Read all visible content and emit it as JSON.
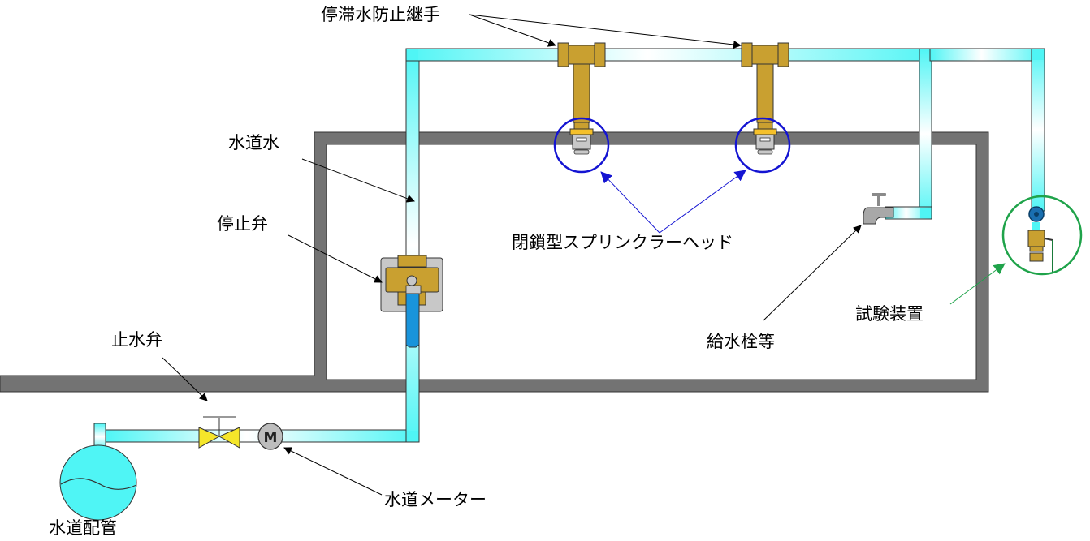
{
  "diagram": {
    "title": "スプリンクラー配管系統図",
    "labels": {
      "stagnant_joint": "停滞水防止継手",
      "tap_water": "水道水",
      "stop_valve": "停止弁",
      "sprinkler_head": "閉鎖型スプリンクラーヘッド",
      "water_supply_tap": "給水栓等",
      "test_device": "試験装置",
      "water_shutoff_valve": "止水弁",
      "water_meter": "水道メーター",
      "water_main": "水道配管"
    },
    "meter_symbol": "M",
    "colors": {
      "pipe_water": "#4ff5f5",
      "pipe_highlight": "#ffffff",
      "wall": "#737373",
      "brass": "#c9a030",
      "sprinkler_callout": "#1414d2",
      "test_callout": "#1fa34a",
      "valve_yellow": "#f5e62a",
      "stop_handle_blue": "#1994db",
      "meter_gray": "#bdbdbd"
    }
  }
}
